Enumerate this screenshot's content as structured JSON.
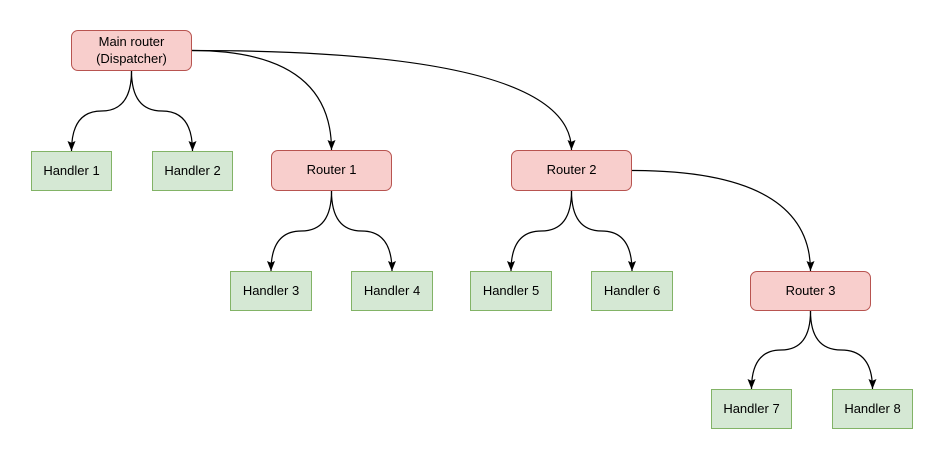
{
  "colors": {
    "background": "#ffffff",
    "router_fill": "#f8cecc",
    "router_stroke": "#b85450",
    "handler_fill": "#d5e8d4",
    "handler_stroke": "#82b366",
    "edge_stroke": "#000000",
    "text": "#000000"
  },
  "nodes": {
    "main": {
      "label": "Main router\n(Dispatcher)",
      "kind": "router"
    },
    "router1": {
      "label": "Router 1",
      "kind": "router"
    },
    "router2": {
      "label": "Router 2",
      "kind": "router"
    },
    "router3": {
      "label": "Router 3",
      "kind": "router"
    },
    "handler1": {
      "label": "Handler 1",
      "kind": "handler"
    },
    "handler2": {
      "label": "Handler 2",
      "kind": "handler"
    },
    "handler3": {
      "label": "Handler 3",
      "kind": "handler"
    },
    "handler4": {
      "label": "Handler 4",
      "kind": "handler"
    },
    "handler5": {
      "label": "Handler 5",
      "kind": "handler"
    },
    "handler6": {
      "label": "Handler 6",
      "kind": "handler"
    },
    "handler7": {
      "label": "Handler 7",
      "kind": "handler"
    },
    "handler8": {
      "label": "Handler 8",
      "kind": "handler"
    }
  },
  "edges": [
    {
      "from": "main",
      "to": "handler1"
    },
    {
      "from": "main",
      "to": "handler2"
    },
    {
      "from": "main",
      "to": "router1"
    },
    {
      "from": "main",
      "to": "router2"
    },
    {
      "from": "router1",
      "to": "handler3"
    },
    {
      "from": "router1",
      "to": "handler4"
    },
    {
      "from": "router2",
      "to": "handler5"
    },
    {
      "from": "router2",
      "to": "handler6"
    },
    {
      "from": "router2",
      "to": "router3"
    },
    {
      "from": "router3",
      "to": "handler7"
    },
    {
      "from": "router3",
      "to": "handler8"
    }
  ]
}
